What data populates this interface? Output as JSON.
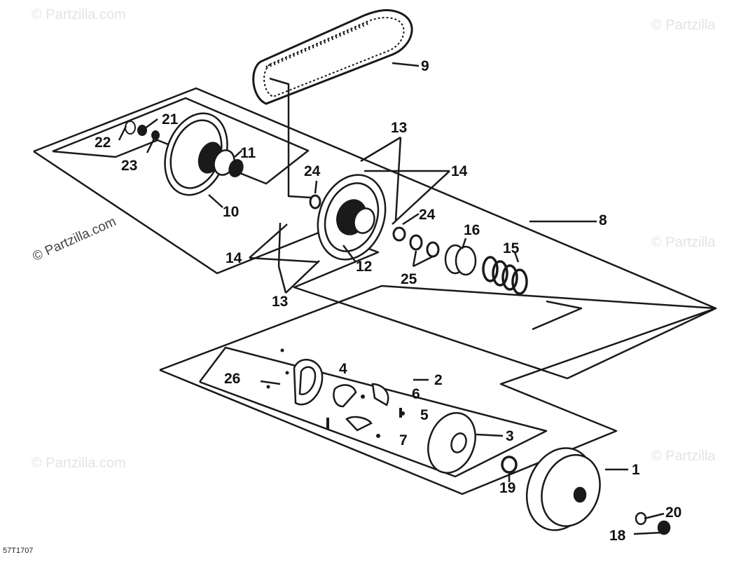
{
  "diagram": {
    "callouts": [
      "1",
      "2",
      "3",
      "4",
      "5",
      "6",
      "7",
      "8",
      "9",
      "10",
      "11",
      "12",
      "13",
      "13",
      "14",
      "14",
      "15",
      "16",
      "18",
      "19",
      "20",
      "21",
      "22",
      "23",
      "24",
      "24",
      "25",
      "26"
    ],
    "watermark": "© Partzilla.com",
    "watermark_short": "© Partzilla",
    "diagram_code": "57T1707"
  }
}
